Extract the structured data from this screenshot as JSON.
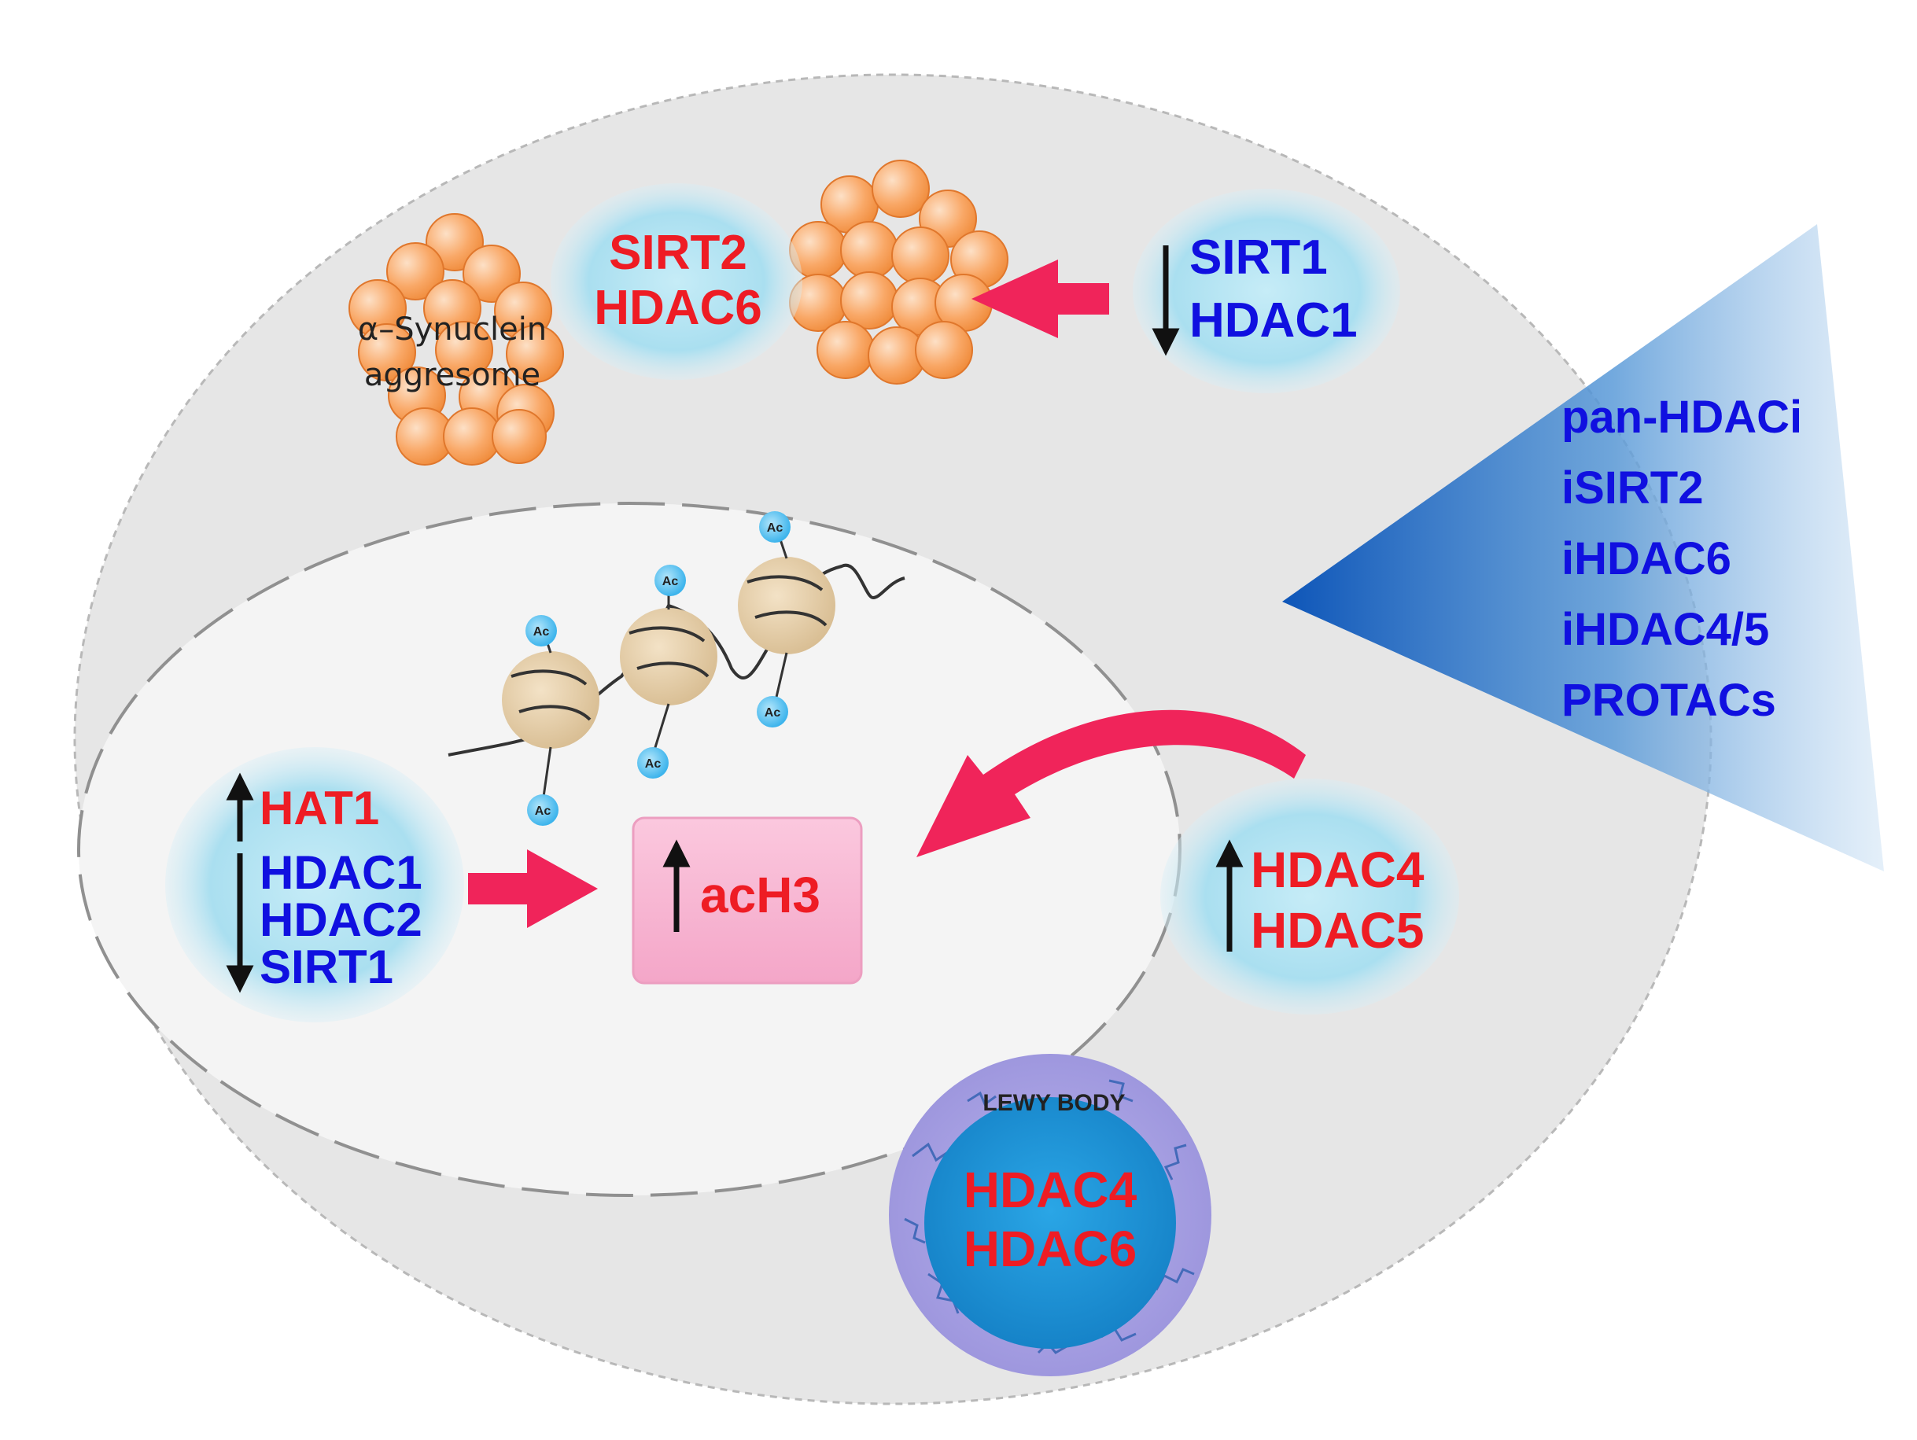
{
  "diagram": {
    "aggresome": {
      "line1": "α–Synuclein",
      "line2": "aggresome"
    },
    "cytoplasm_top": {
      "left_bubble": [
        "SIRT2",
        "HDAC6"
      ],
      "right_bubble": [
        "SIRT1",
        "HDAC1"
      ],
      "right_bubble_direction": "down"
    },
    "nucleus": {
      "acetyl_tag": "Ac",
      "left_bubble": {
        "up": [
          "HAT1"
        ],
        "down": [
          "HDAC1",
          "HDAC2",
          "SIRT1"
        ]
      },
      "box": {
        "label": "acH3",
        "direction": "up"
      }
    },
    "right_bubble": {
      "up": [
        "HDAC4",
        "HDAC5"
      ]
    },
    "lewy_body": {
      "title": "LEWY BODY",
      "labels": [
        "HDAC4",
        "HDAC6"
      ]
    },
    "therapies": [
      "pan-HDACi",
      "iSIRT2",
      "iHDAC6",
      "iHDAC4/5",
      "PROTACs"
    ],
    "colors": {
      "up_label": "#ee1c24",
      "down_label": "#1010e0",
      "arrow": "#f0245a",
      "bubble": "#a8dcef",
      "aggregate": "#f7a46a",
      "cell": "#e6e6e6",
      "nucleus": "#f4f4f4",
      "wedge": "#1565c0"
    }
  }
}
